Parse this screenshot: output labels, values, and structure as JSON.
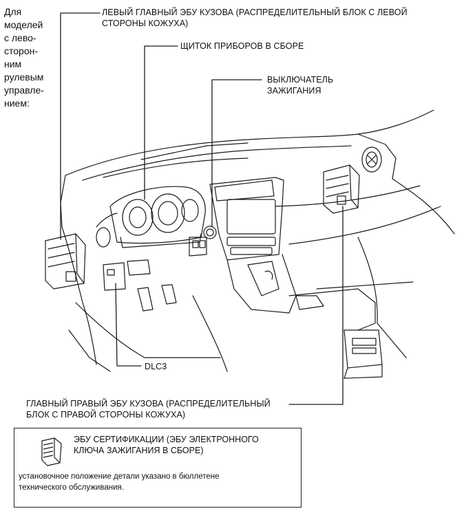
{
  "side_note": "Для\nмоделей\nс лево-\nсторон-\nним\nрулевым\nуправле-\nнием:",
  "labels": {
    "left_body_ecu": "ЛЕВЫЙ ГЛАВНЫЙ ЭБУ КУЗОВА (РАСПРЕДЕЛИТЕЛЬНЫЙ БЛОК С ЛЕВОЙ\nСТОРОНЫ КОЖУХА)",
    "instrument_cluster": "ЩИТОК ПРИБОРОВ В СБОРЕ",
    "ignition_switch": "ВЫКЛЮЧАТЕЛЬ\nЗАЖИГАНИЯ",
    "dlc3": "DLC3",
    "right_body_ecu": "ГЛАВНЫЙ ПРАВЫЙ ЭБУ КУЗОВА (РАСПРЕДЕЛИТЕЛЬНЫЙ\nБЛОК С ПРАВОЙ СТОРОНЫ КОЖУХА)"
  },
  "legend": {
    "ecu_label": "ЭБУ СЕРТИФИКАЦИИ (ЭБУ ЭЛЕКТРОННОГО\nКЛЮЧА ЗАЖИГАНИЯ В СБОРЕ)",
    "note": "установочное положение детали указано в бюллетене\nтехнического обслуживания."
  }
}
